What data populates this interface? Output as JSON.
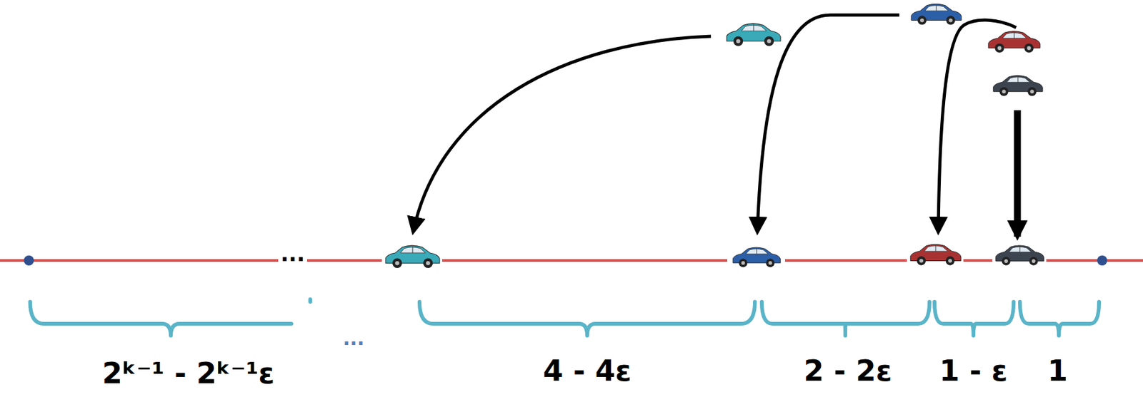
{
  "diagram": {
    "labels": [
      "...",
      "...",
      "2ᵏ⁻¹ - 2ᵏ⁻¹ε",
      "4 - 4ε",
      "2 - 2ε",
      "1 - ε",
      "1"
    ]
  }
}
